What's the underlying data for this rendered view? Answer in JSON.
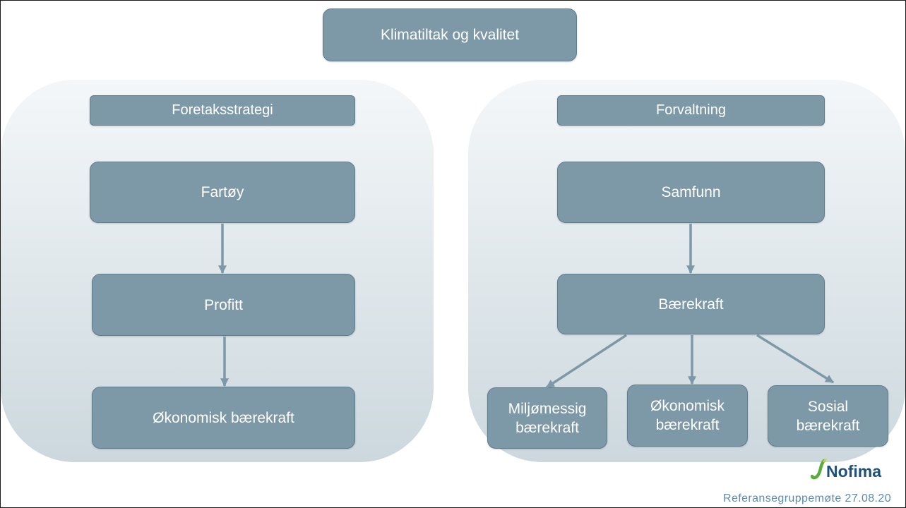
{
  "title_box": {
    "label": "Klimatiltak og kvalitet"
  },
  "left_panel": {
    "header": "Foretaksstrategi",
    "boxes": [
      {
        "label": "Fartøy"
      },
      {
        "label": "Profitt"
      },
      {
        "label": "Økonomisk bærekraft"
      }
    ]
  },
  "right_panel": {
    "header": "Forvaltning",
    "boxes": [
      {
        "label": "Samfunn"
      },
      {
        "label": "Bærekraft"
      }
    ],
    "outcomes": [
      {
        "label": "Miljømessig\nbærekraft"
      },
      {
        "label": "Økonomisk\nbærekraft"
      },
      {
        "label": "Sosial\nbærekraft"
      }
    ]
  },
  "logo": {
    "text": "Nofima",
    "icon": "nofima-leaf-icon"
  },
  "footer": {
    "text": "Referansegruppemøte 27.08.20"
  },
  "colors": {
    "box_fill": "#7d99a8",
    "box_border": "#617c8b",
    "box_text": "#ffffff",
    "panel_top": "#f4f7f9",
    "panel_bottom": "#ccd8de",
    "arrow": "#7d99a8",
    "logo_text": "#1f5079",
    "logo_leaf": "#5aac3c",
    "logo_leaf_tip": "#c6d43a",
    "footer_text": "#5d8bb0",
    "slide_border": "#1a1a1a"
  }
}
